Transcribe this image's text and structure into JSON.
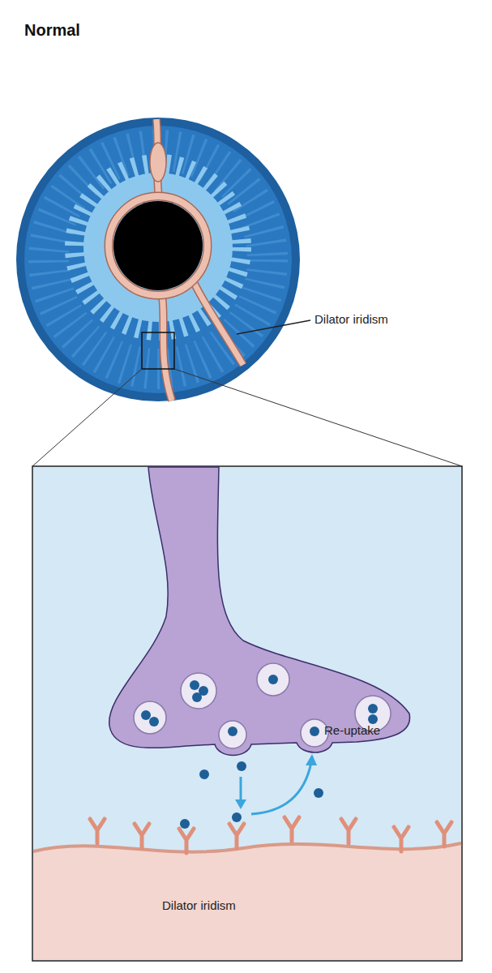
{
  "diagram": {
    "title": "Normal",
    "labels": [
      "Dilator iridism",
      "Re-uptake",
      "Dilator iridism"
    ]
  }
}
